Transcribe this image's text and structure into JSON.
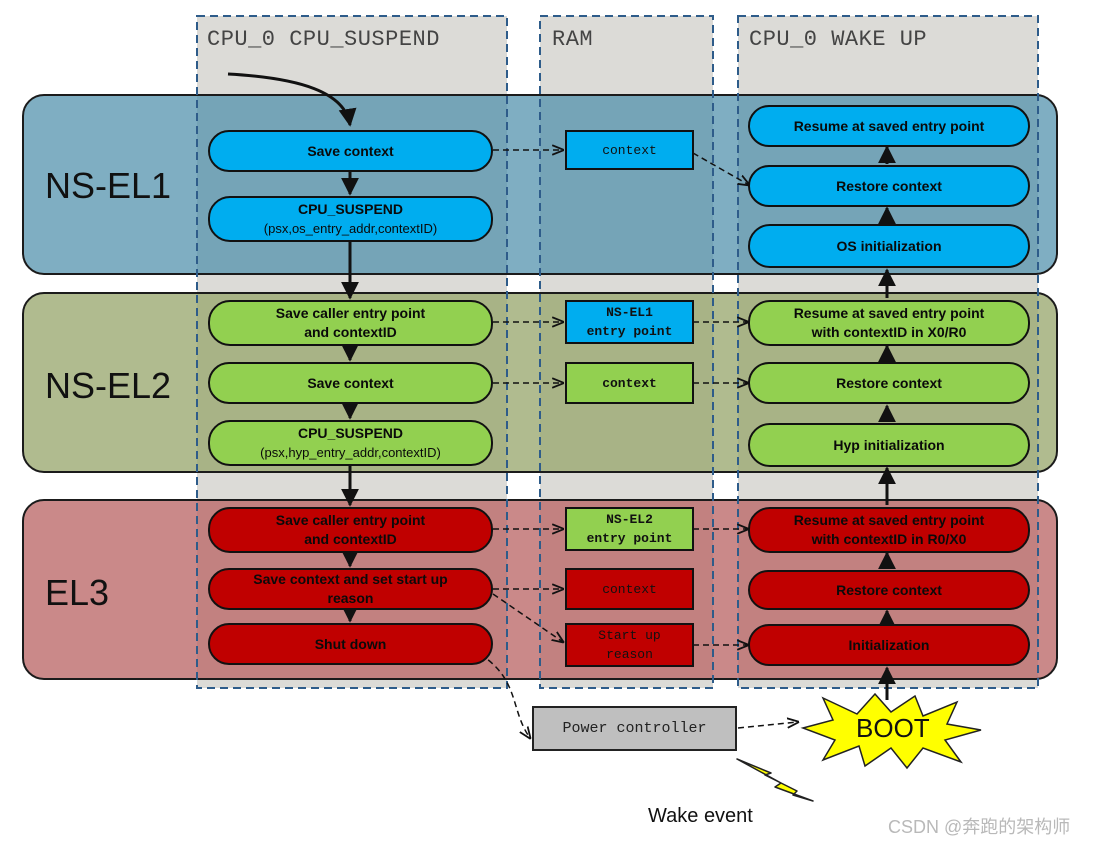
{
  "columns": {
    "suspend_title": "CPU_0 CPU_SUSPEND",
    "ram_title": "RAM",
    "wakeup_title": "CPU_0 WAKE UP"
  },
  "bands": {
    "el1": "NS-EL1",
    "el2": "NS-EL2",
    "el3": "EL3"
  },
  "suspend": {
    "el1_save_context": "Save context",
    "el1_cpu_suspend_line1": "CPU_SUSPEND",
    "el1_cpu_suspend_line2": "(psx,os_entry_addr,contextID)",
    "el2_save_caller_line1": "Save caller entry point",
    "el2_save_caller_line2": "and contextID",
    "el2_save_context": "Save context",
    "el2_cpu_suspend_line1": "CPU_SUSPEND",
    "el2_cpu_suspend_line2": "(psx,hyp_entry_addr,contextID)",
    "el3_save_caller_line1": "Save caller entry point",
    "el3_save_caller_line2": "and contextID",
    "el3_save_context_line1": "Save context and set start up",
    "el3_save_context_line2": "reason",
    "el3_shut_down": "Shut down"
  },
  "ram": {
    "el1_context": "context",
    "el2_entry_line1": "NS-EL1",
    "el2_entry_line2": "entry point",
    "el2_context": "context",
    "el3_entry_line1": "NS-EL2",
    "el3_entry_line2": "entry point",
    "el3_context": "context",
    "el3_startup_line1": "Start up",
    "el3_startup_line2": "reason"
  },
  "wakeup": {
    "el1_resume": "Resume at saved entry point",
    "el1_restore": "Restore context",
    "el1_init": "OS initialization",
    "el2_resume_line1": "Resume at saved entry point",
    "el2_resume_line2": "with contextID in X0/R0",
    "el2_restore": "Restore context",
    "el2_init": "Hyp initialization",
    "el3_resume_line1": "Resume at saved entry point",
    "el3_resume_line2": "with contextID in R0/X0",
    "el3_restore": "Restore context",
    "el3_init": "Initialization"
  },
  "power_controller": "Power controller",
  "boot": "BOOT",
  "wake_event": "Wake event",
  "watermark": "CSDN @奔跑的架构师",
  "colors": {
    "el1_band": "#4d8faa",
    "el2_band": "#9aa870",
    "el3_band": "#bb6868",
    "blue_pill": "#00adef",
    "green_pill": "#92d050",
    "red_pill": "#c00000",
    "column_bg": "#dcdbd7",
    "boot_star": "#ffff00"
  }
}
